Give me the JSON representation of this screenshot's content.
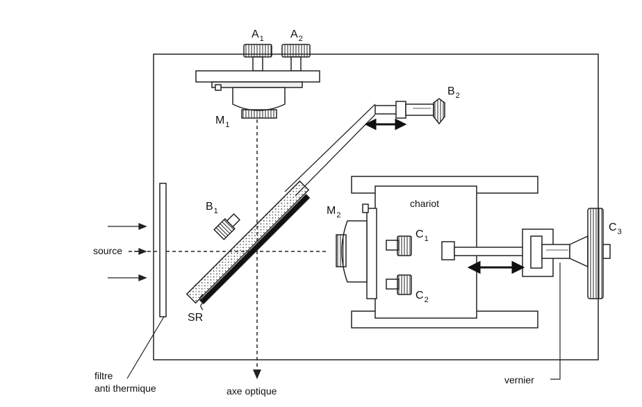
{
  "labels": {
    "A1": {
      "main": "A",
      "sub": "1"
    },
    "A2": {
      "main": "A",
      "sub": "2"
    },
    "B1": {
      "main": "B",
      "sub": "1"
    },
    "B2": {
      "main": "B",
      "sub": "2"
    },
    "C1": {
      "main": "C",
      "sub": "1"
    },
    "C2": {
      "main": "C",
      "sub": "2"
    },
    "C3": {
      "main": "C",
      "sub": "3"
    },
    "M1": {
      "main": "M",
      "sub": "1"
    },
    "M2": {
      "main": "M",
      "sub": "2"
    },
    "SR": "SR",
    "chariot": "chariot",
    "source": "source",
    "filtre_line1": "filtre",
    "filtre_line2": "anti thermique",
    "axe_optique": "axe optique",
    "vernier": "vernier"
  }
}
